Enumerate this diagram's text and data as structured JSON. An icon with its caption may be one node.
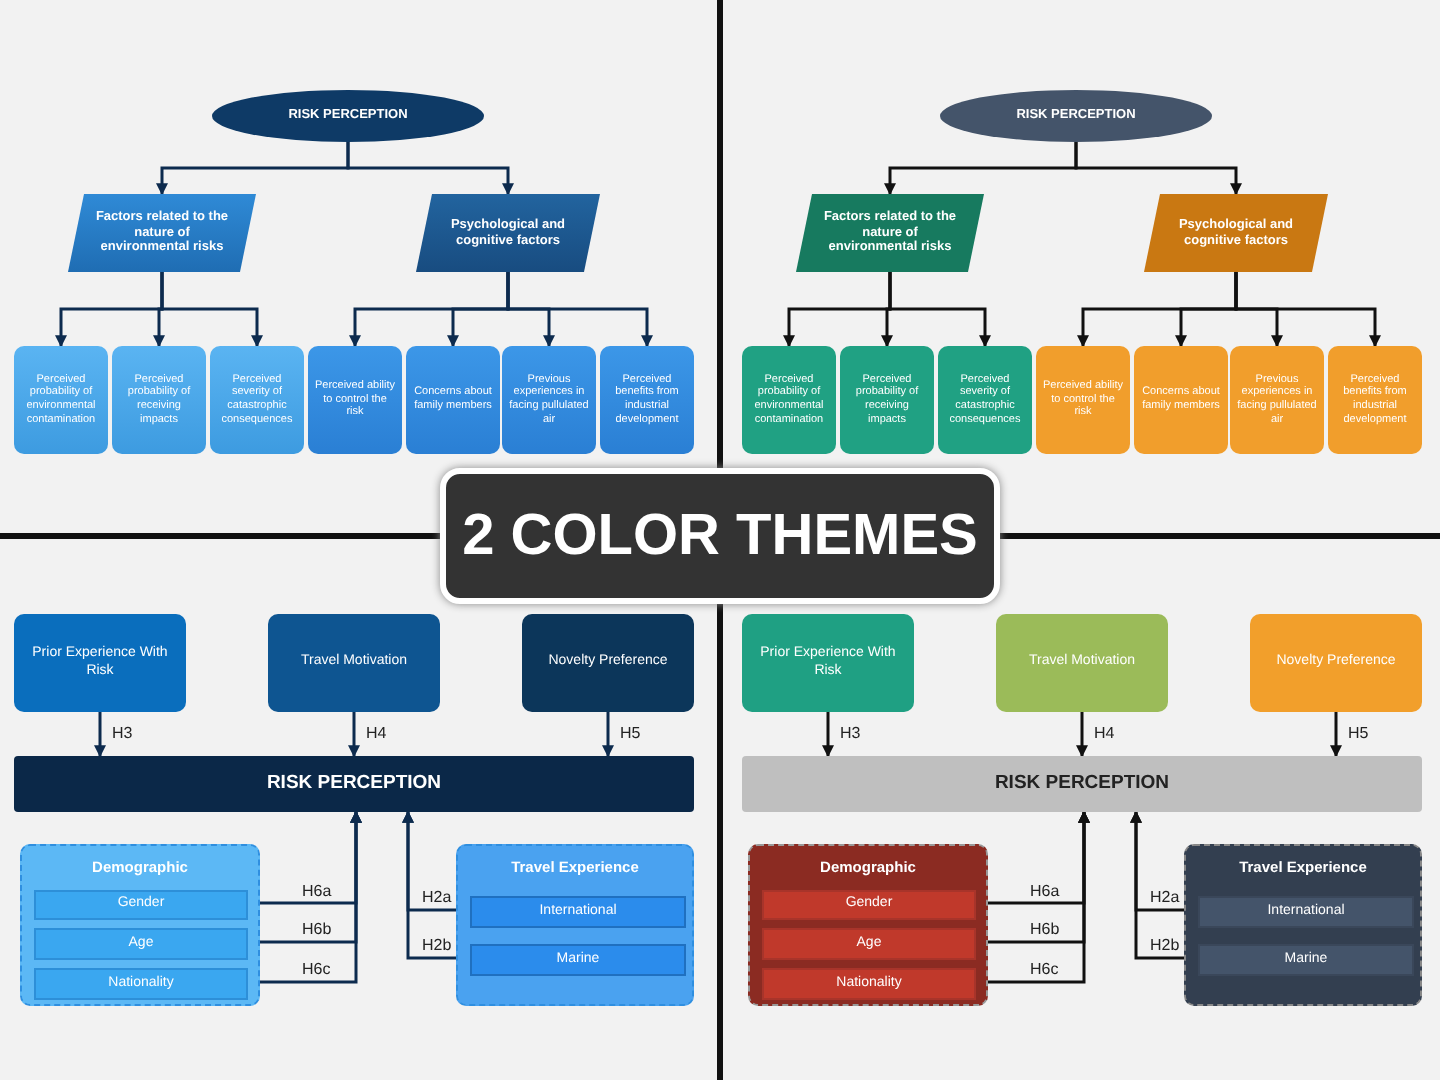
{
  "diagram": {
    "nodes": [
      {
        "text": [
          "RISK PERCEPTION"
        ]
      },
      {
        "text": [
          "Factors related to the nature of environmental risks"
        ]
      },
      {
        "text": [
          "Psychological and cognitive factors"
        ]
      },
      {
        "text": [
          "Perceived probability of environmental contamination"
        ]
      },
      {
        "text": [
          "Perceived probability of receiving impacts"
        ]
      },
      {
        "text": [
          "Perceived severity of catastrophic consequences"
        ]
      },
      {
        "text": [
          "Perceived ability to control the risk"
        ]
      },
      {
        "text": [
          "Concerns about family members"
        ]
      },
      {
        "text": [
          "Previous experiences in facing pullulated air"
        ]
      },
      {
        "text": [
          "Perceived benefits from industrial development"
        ]
      },
      {
        "text": [
          "RISK PERCEPTION"
        ]
      },
      {
        "text": [
          "Factors related to the nature of environmental risks"
        ]
      },
      {
        "text": [
          "Psychological and cognitive factors"
        ]
      },
      {
        "text": [
          "Perceived probability of environmental contamination"
        ]
      },
      {
        "text": [
          "Perceived probability of receiving impacts"
        ]
      },
      {
        "text": [
          "Perceived severity of catastrophic consequences"
        ]
      },
      {
        "text": [
          "Perceived ability to control the risk"
        ]
      },
      {
        "text": [
          "Concerns about family members"
        ]
      },
      {
        "text": [
          "Previous experiences in facing pullulated air"
        ]
      },
      {
        "text": [
          "Perceived benefits from industrial development"
        ]
      },
      {
        "text": [
          "Prior Experience With Risk"
        ]
      },
      {
        "text": [
          "Travel Motivation"
        ]
      },
      {
        "text": [
          "Novelty Preference"
        ]
      },
      {
        "text": [
          "RISK PERCEPTION"
        ]
      },
      {
        "text": [
          "Demographic"
        ]
      },
      {
        "text": [
          "Gender"
        ],
        "in": 24
      },
      {
        "text": [
          "Age"
        ],
        "in": 24
      },
      {
        "text": [
          "Nationality"
        ],
        "in": 24
      },
      {
        "text": [
          "Travel Experience"
        ]
      },
      {
        "text": [
          "International"
        ],
        "in": 28
      },
      {
        "text": [
          "Marine"
        ],
        "in": 28
      },
      {
        "text": [
          "Prior Experience With Risk"
        ]
      },
      {
        "text": [
          "Travel Motivation"
        ]
      },
      {
        "text": [
          "Novelty Preference"
        ]
      },
      {
        "text": [
          "RISK PERCEPTION"
        ]
      },
      {
        "text": [
          "Demographic"
        ]
      },
      {
        "text": [
          "Gender"
        ],
        "in": 35
      },
      {
        "text": [
          "Age"
        ],
        "in": 35
      },
      {
        "text": [
          "Nationality"
        ],
        "in": 35
      },
      {
        "text": [
          "Travel Experience"
        ]
      },
      {
        "text": [
          "International"
        ],
        "in": 39
      },
      {
        "text": [
          "Marine"
        ],
        "in": 39
      }
    ],
    "edges": [
      {
        "from": 0,
        "to": 1,
        "arrow": "to",
        "color": "#0d2b4e"
      },
      {
        "from": 0,
        "to": 2,
        "arrow": "to",
        "color": "#0d2b4e"
      },
      {
        "from": 1,
        "to": 3,
        "arrow": "to",
        "color": "#0d2b4e"
      },
      {
        "from": 1,
        "to": 4,
        "arrow": "to",
        "color": "#0d2b4e"
      },
      {
        "from": 1,
        "to": 5,
        "arrow": "to",
        "color": "#0d2b4e"
      },
      {
        "from": 2,
        "to": 6,
        "arrow": "to",
        "color": "#0d2b4e"
      },
      {
        "from": 2,
        "to": 7,
        "arrow": "to",
        "color": "#0d2b4e"
      },
      {
        "from": 2,
        "to": 8,
        "arrow": "to",
        "color": "#0d2b4e"
      },
      {
        "from": 2,
        "to": 9,
        "arrow": "to",
        "color": "#0d2b4e"
      },
      {
        "from": 10,
        "to": 11,
        "arrow": "to"
      },
      {
        "from": 10,
        "to": 12,
        "arrow": "to"
      },
      {
        "from": 11,
        "to": 13,
        "arrow": "to"
      },
      {
        "from": 11,
        "to": 14,
        "arrow": "to"
      },
      {
        "from": 11,
        "to": 15,
        "arrow": "to"
      },
      {
        "from": 12,
        "to": 16,
        "arrow": "to"
      },
      {
        "from": 12,
        "to": 17,
        "arrow": "to"
      },
      {
        "from": 12,
        "to": 18,
        "arrow": "to"
      },
      {
        "from": 12,
        "to": 19,
        "arrow": "to"
      },
      {
        "from": 20,
        "to": 23,
        "arrow": "to",
        "label": "H3",
        "color": "#0d2b4e"
      },
      {
        "from": 21,
        "to": 23,
        "arrow": "to",
        "label": "H4",
        "color": "#0d2b4e"
      },
      {
        "from": 22,
        "to": 23,
        "arrow": "to",
        "label": "H5",
        "color": "#0d2b4e"
      },
      {
        "from": 25,
        "to": 23,
        "arrow": "to",
        "label": "H6a",
        "color": "#0d2b4e"
      },
      {
        "from": 26,
        "to": 23,
        "arrow": "to",
        "label": "H6b",
        "color": "#0d2b4e"
      },
      {
        "from": 27,
        "to": 23,
        "arrow": "to",
        "label": "H6c",
        "color": "#0d2b4e"
      },
      {
        "from": 29,
        "to": 23,
        "arrow": "to",
        "label": "H2a",
        "color": "#0d2b4e"
      },
      {
        "from": 30,
        "to": 23,
        "arrow": "to",
        "label": "H2b",
        "color": "#0d2b4e"
      },
      {
        "from": 31,
        "to": 34,
        "arrow": "to",
        "label": "H3"
      },
      {
        "from": 32,
        "to": 34,
        "arrow": "to",
        "label": "H4"
      },
      {
        "from": 33,
        "to": 34,
        "arrow": "to",
        "label": "H5"
      },
      {
        "from": 36,
        "to": 34,
        "arrow": "to",
        "label": "H6a"
      },
      {
        "from": 37,
        "to": 34,
        "arrow": "to",
        "label": "H6b"
      },
      {
        "from": 38,
        "to": 34,
        "arrow": "to",
        "label": "H6c"
      },
      {
        "from": 40,
        "to": 34,
        "arrow": "to",
        "label": "H2a"
      },
      {
        "from": 41,
        "to": 34,
        "arrow": "to",
        "label": "H2b"
      }
    ],
    "labels": [
      "2 COLOR THEMES"
    ]
  }
}
